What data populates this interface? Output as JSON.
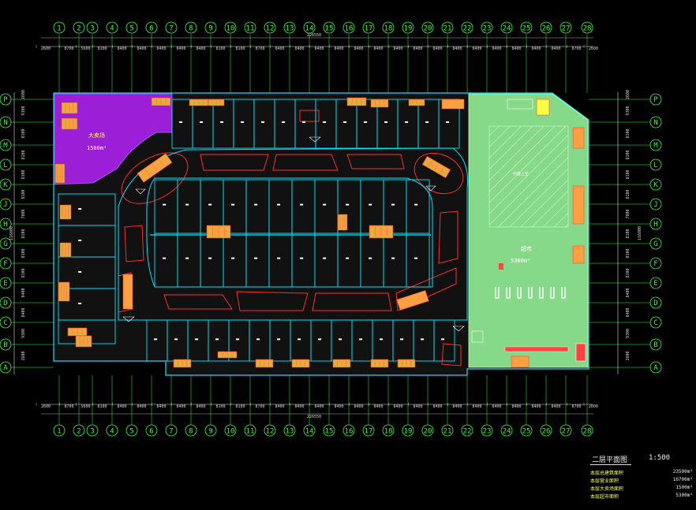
{
  "drawing": {
    "title": "二层平面图",
    "scale": "1:500",
    "stats": [
      {
        "label": "本层总建筑面积",
        "value": "23500m²"
      },
      {
        "label": "本层营业面积",
        "value": "16700m²"
      },
      {
        "label": "本层大卖场面积",
        "value": "1500m²"
      },
      {
        "label": "本层超市面积",
        "value": "5300m²"
      }
    ],
    "total_dimension": "226550",
    "column_gridlines": [
      "1",
      "2",
      "3",
      "4",
      "5",
      "6",
      "7",
      "8",
      "9",
      "10",
      "11",
      "12",
      "13",
      "14",
      "15",
      "16",
      "17",
      "18",
      "19",
      "20",
      "21",
      "22",
      "23",
      "24",
      "25",
      "26",
      "27",
      "28"
    ],
    "row_gridlines": [
      "P",
      "N",
      "M",
      "L",
      "K",
      "J",
      "H",
      "G",
      "F",
      "E",
      "D",
      "C",
      "B",
      "A"
    ],
    "segment_dimensions": [
      "2600",
      "8700",
      "5600",
      "8100",
      "8400",
      "8400",
      "8400",
      "8400",
      "8400",
      "8100",
      "8100",
      "8700",
      "8400",
      "8400",
      "8400",
      "8400",
      "8400",
      "8400",
      "8400",
      "8400",
      "8400",
      "8400",
      "8400",
      "8400",
      "8400",
      "8400",
      "8400",
      "8700",
      "2600"
    ],
    "row_dimensions": [
      "2600",
      "9300",
      "8100",
      "8100",
      "8100",
      "8100",
      "7800",
      "8100",
      "8100",
      "8100",
      "8400",
      "8400",
      "9300",
      "2600"
    ],
    "row_total": "116800"
  },
  "zones": {
    "anchor_label": "大卖场",
    "anchor_area": "1500m²",
    "supermarket_label": "超市",
    "supermarket_area": "5300m²",
    "void_label": "中庭上空"
  },
  "colors": {
    "background": "#000000",
    "grid_green": "#33ff33",
    "wall_cyan": "#00e5ff",
    "anchor_purple": "#9a1fd6",
    "supermarket_green": "#86d989",
    "void_red": "#ff2a2a",
    "dim_white": "#dddddd",
    "label_yellow": "#ffff55"
  }
}
